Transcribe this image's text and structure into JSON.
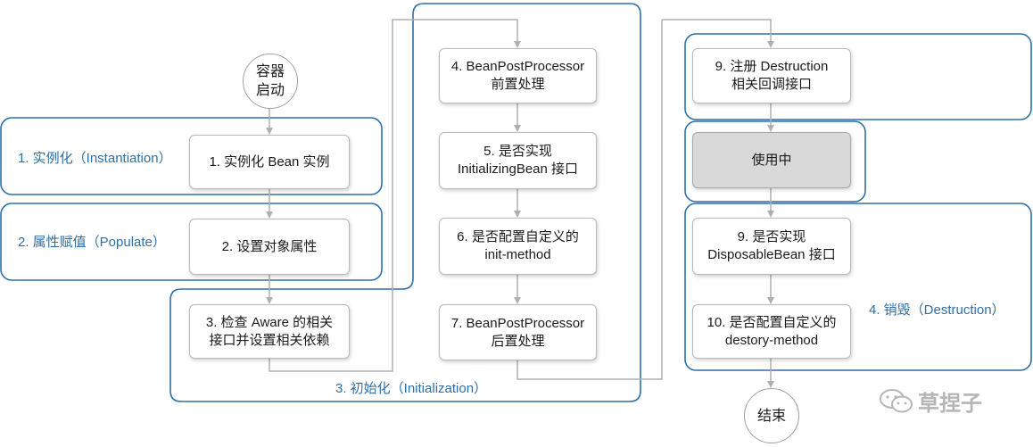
{
  "start": {
    "line1": "容器",
    "line2": "启动"
  },
  "end": {
    "label": "结束"
  },
  "phases": {
    "instantiation": "1. 实例化（Instantiation）",
    "populate": "2. 属性赋值（Populate）",
    "initialization": "3. 初始化（Initialization）",
    "destruction": "4. 销毁（Destruction）"
  },
  "nodes": {
    "n1": {
      "line1": "1. 实例化 Bean 实例"
    },
    "n2": {
      "line1": "2. 设置对象属性"
    },
    "n3": {
      "line1": "3. 检查 Aware 的相关",
      "line2": "接口并设置相关依赖"
    },
    "n4": {
      "line1": "4. BeanPostProcessor",
      "line2": "前置处理"
    },
    "n5": {
      "line1": "5. 是否实现",
      "line2": "InitializingBean 接口"
    },
    "n6": {
      "line1": "6. 是否配置自定义的",
      "line2": "init-method"
    },
    "n7": {
      "line1": "7. BeanPostProcessor",
      "line2": "后置处理"
    },
    "n9a": {
      "line1": "9. 注册 Destruction",
      "line2": "相关回调接口"
    },
    "inuse": {
      "line1": "使用中"
    },
    "n9b": {
      "line1": "9. 是否实现",
      "line2": "DisposableBean 接口"
    },
    "n10": {
      "line1": "10. 是否配置自定义的",
      "line2": "destory-method"
    }
  },
  "watermark": {
    "text": "草捏子"
  },
  "colors": {
    "phase_border": "#2e6fa6",
    "arrow": "#b0b0b0",
    "in_use_fill": "#d9d9d9"
  }
}
